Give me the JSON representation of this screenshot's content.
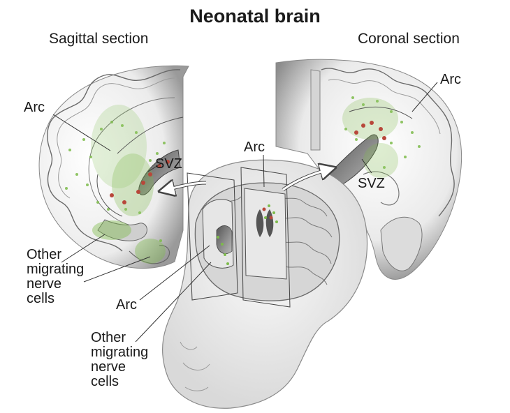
{
  "title": "Neonatal brain",
  "sections": {
    "sagittal": "Sagittal section",
    "coronal": "Coronal section"
  },
  "labels": {
    "arc_sagittal": "Arc",
    "svz_sagittal": "SVZ",
    "other_sagittal": [
      "Other",
      "migrating",
      "nerve",
      "cells"
    ],
    "arc_center": "Arc",
    "arc_coronal": "Arc",
    "svz_coronal": "SVZ",
    "arc_bottom": "Arc",
    "other_bottom": [
      "Other",
      "migrating",
      "nerve",
      "cells"
    ]
  },
  "colors": {
    "migrating_cells": "#7dbb4a",
    "cell_clusters": "#b8473a",
    "tissue_line": "#555555",
    "shading": "#9a9a9a"
  }
}
